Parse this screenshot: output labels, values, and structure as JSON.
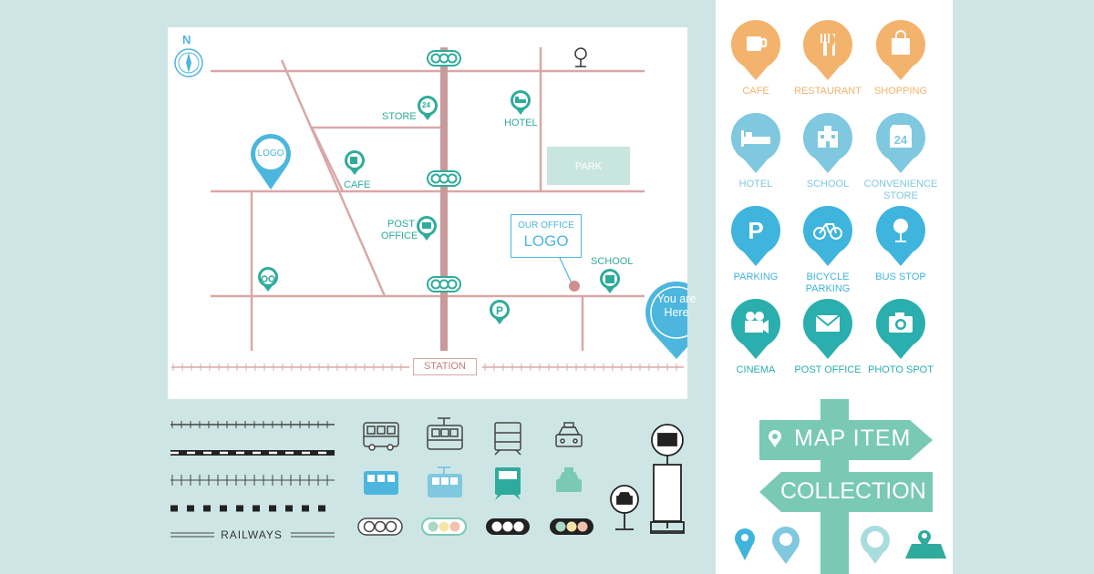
{
  "map": {
    "north": "N",
    "logo_pin": "LOGO",
    "store": "STORE",
    "store_badge": "24",
    "hotel": "HOTEL",
    "park": "PARK",
    "cafe": "CAFE",
    "post_office_1": "POST",
    "post_office_2": "OFFICE",
    "office_title": "OUR OFFICE",
    "office_logo": "LOGO",
    "school": "SCHOOL",
    "you_are": "You are",
    "here": "Here",
    "station": "STATION"
  },
  "panel": {
    "items": [
      {
        "label1": "CAFE",
        "label2": "",
        "icon": "cup-icon",
        "color": "#f4b36c"
      },
      {
        "label1": "RESTAURANT",
        "label2": "",
        "icon": "fork-knife-icon",
        "color": "#f4b36c"
      },
      {
        "label1": "SHOPPING",
        "label2": "",
        "icon": "shopping-bag-icon",
        "color": "#f4b36c"
      },
      {
        "label1": "HOTEL",
        "label2": "",
        "icon": "bed-icon",
        "color": "#7fc8e0"
      },
      {
        "label1": "SCHOOL",
        "label2": "",
        "icon": "building-icon",
        "color": "#7fc8e0"
      },
      {
        "label1": "CONVENIENCE",
        "label2": "STORE",
        "icon": "store-24-icon",
        "color": "#7fc8e0",
        "badge": "24"
      },
      {
        "label1": "PARKING",
        "label2": "",
        "icon": "parking-icon",
        "color": "#3fb4dc",
        "badge": "P"
      },
      {
        "label1": "BICYCLE",
        "label2": "PARKING",
        "icon": "bicycle-icon",
        "color": "#3fb4dc"
      },
      {
        "label1": "BUS STOP",
        "label2": "",
        "icon": "bus-stop-icon",
        "color": "#3fb4dc"
      },
      {
        "label1": "CINEMA",
        "label2": "",
        "icon": "movie-camera-icon",
        "color": "#2aaeae"
      },
      {
        "label1": "POST OFFICE",
        "label2": "",
        "icon": "envelope-icon",
        "color": "#2aaeae"
      },
      {
        "label1": "PHOTO SPOT",
        "label2": "",
        "icon": "camera-icon",
        "color": "#2aaeae"
      }
    ],
    "sign_top": "MAP ITEM",
    "sign_bottom": "COLLECTION"
  },
  "railways": "RAILWAYS",
  "colors": {
    "road": "#d9a7a7",
    "accent": "#2eab9c",
    "blue": "#4cb6de",
    "orange": "#f4b36c",
    "park": "#c8e6dd",
    "sign": "#79c9b5",
    "dark": "#333333",
    "bg": "#cde6e5"
  }
}
